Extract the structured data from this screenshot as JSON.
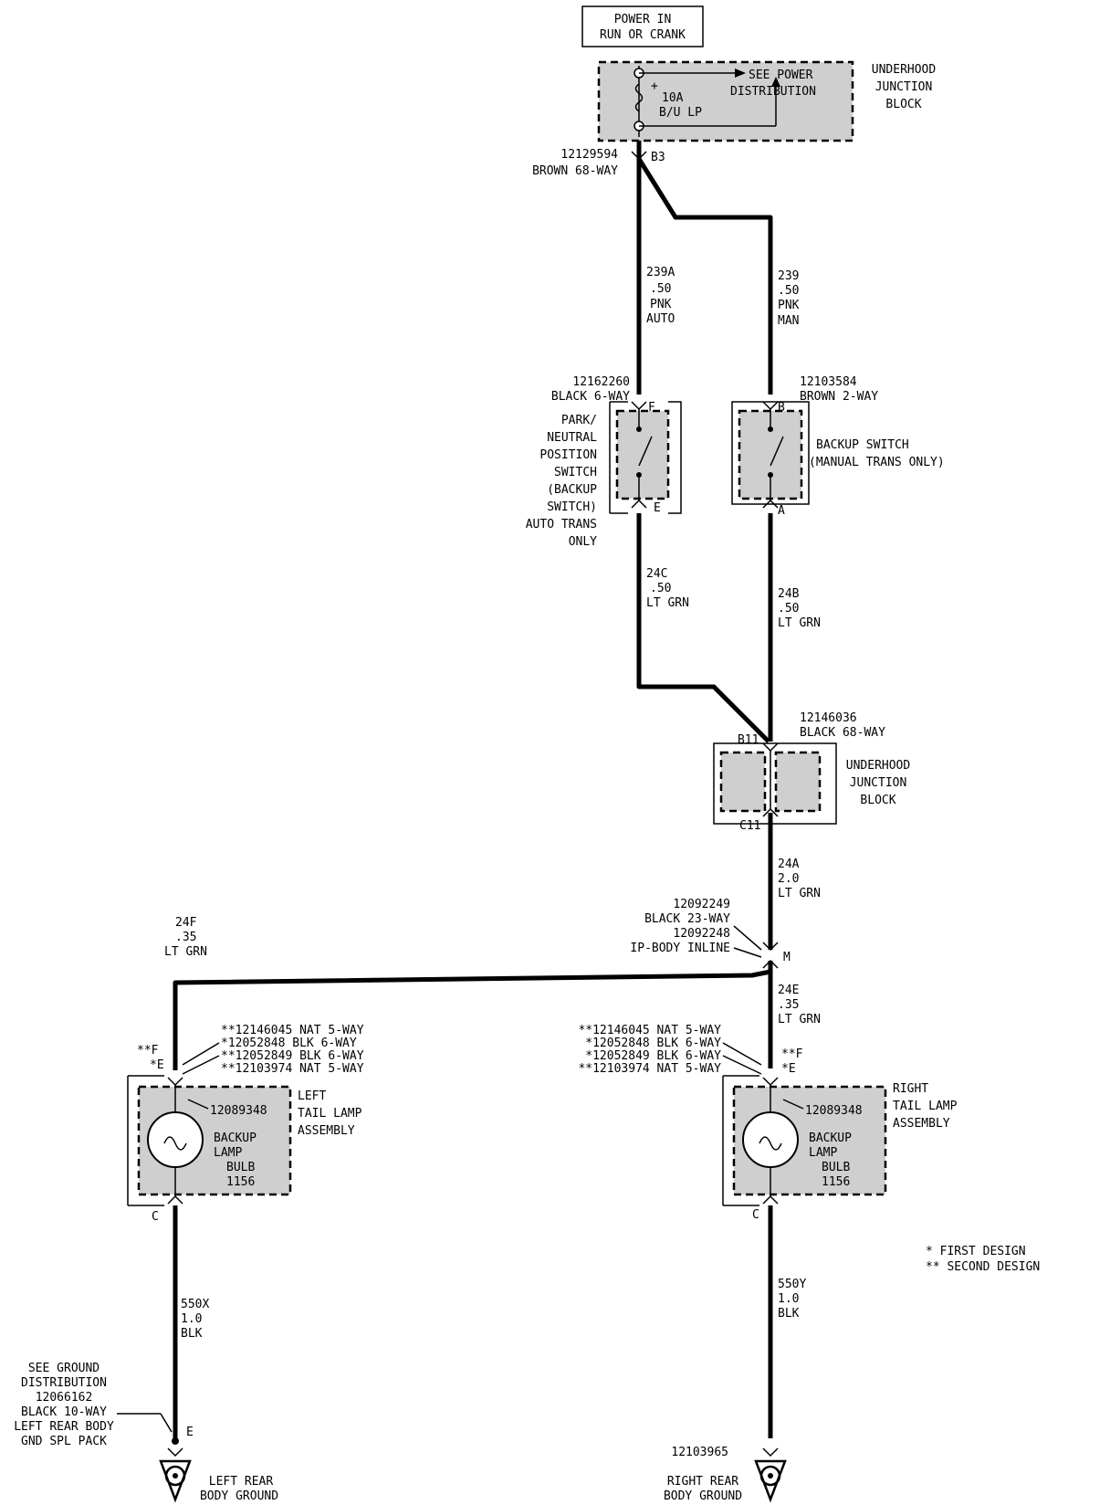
{
  "power_box": {
    "line1": "POWER IN",
    "line2": "RUN OR CRANK"
  },
  "fuse_block_top": {
    "fuse_line1": "10A",
    "fuse_line2": "B/U LP",
    "see_line1": "SEE POWER",
    "see_line2": "DISTRIBUTION",
    "label_line1": "UNDERHOOD",
    "label_line2": "JUNCTION",
    "label_line3": "BLOCK",
    "plus": "+"
  },
  "connector_b3": {
    "part": "12129594",
    "desc": "BROWN 68-WAY",
    "pin": "B3"
  },
  "wire_239a": {
    "l1": "239A",
    "l2": ".50",
    "l3": "PNK",
    "l4": "AUTO"
  },
  "wire_239": {
    "l1": "239",
    "l2": ".50",
    "l3": "PNK",
    "l4": "MAN"
  },
  "pn_switch": {
    "part": "12162260",
    "desc": "BLACK 6-WAY",
    "pin_top": "F",
    "pin_bottom": "E",
    "label": [
      "PARK/",
      "NEUTRAL",
      "POSITION",
      "SWITCH",
      "(BACKUP",
      "SWITCH)",
      "AUTO TRANS",
      "ONLY"
    ]
  },
  "backup_switch": {
    "part": "12103584",
    "desc": "BROWN 2-WAY",
    "pin_top": "B",
    "pin_bottom": "A",
    "label1": "BACKUP SWITCH",
    "label2": "(MANUAL TRANS ONLY)"
  },
  "wire_24c": {
    "l1": "24C",
    "l2": ".50",
    "l3": "LT GRN"
  },
  "wire_24b": {
    "l1": "24B",
    "l2": ".50",
    "l3": "LT GRN"
  },
  "junction_block_2": {
    "part": "12146036",
    "desc": "BLACK 68-WAY",
    "pin_top": "B11",
    "pin_bottom": "C11",
    "label_line1": "UNDERHOOD",
    "label_line2": "JUNCTION",
    "label_line3": "BLOCK"
  },
  "wire_24a": {
    "l1": "24A",
    "l2": "2.0",
    "l3": "LT GRN"
  },
  "inline_m": {
    "part1": "12092249",
    "desc1": "BLACK 23-WAY",
    "part2": "12092248",
    "desc2": "IP-BODY INLINE",
    "pin": "M"
  },
  "wire_24f": {
    "l1": "24F",
    "l2": ".35",
    "l3": "LT GRN"
  },
  "wire_24e": {
    "l1": "24E",
    "l2": ".35",
    "l3": "LT GRN"
  },
  "left_lamp": {
    "conn1": "**12146045 NAT 5-WAY",
    "conn2": "*12052848 BLK 6-WAY",
    "conn3": "**12052849 BLK 6-WAY",
    "conn4": "**12103974 NAT 5-WAY",
    "pin_f": "**F",
    "pin_e": "*E",
    "pin_c": "C",
    "socket": "12089348",
    "bulb": [
      "BACKUP",
      "LAMP",
      "BULB",
      "1156"
    ],
    "label": [
      "LEFT",
      "TAIL LAMP",
      "ASSEMBLY"
    ]
  },
  "right_lamp": {
    "conn1": "**12146045 NAT 5-WAY",
    "conn2": "*12052848 BLK 6-WAY",
    "conn3": "*12052849 BLK 6-WAY",
    "conn4": "**12103974 NAT 5-WAY",
    "pin_f": "**F",
    "pin_e": "*E",
    "pin_c": "C",
    "socket": "12089348",
    "bulb": [
      "BACKUP",
      "LAMP",
      "BULB",
      "1156"
    ],
    "label": [
      "RIGHT",
      "TAIL LAMP",
      "ASSEMBLY"
    ]
  },
  "legend": {
    "first": "* FIRST DESIGN",
    "second": "** SECOND DESIGN"
  },
  "wire_550x": {
    "l1": "550X",
    "l2": "1.0",
    "l3": "BLK"
  },
  "wire_550y": {
    "l1": "550Y",
    "l2": "1.0",
    "l3": "BLK"
  },
  "left_ground_ref": {
    "lines": [
      "SEE GROUND",
      "DISTRIBUTION",
      "12066162",
      "BLACK 10-WAY",
      "LEFT REAR BODY",
      "GND SPL PACK"
    ],
    "pin": "E"
  },
  "left_ground": {
    "line1": "LEFT REAR",
    "line2": "BODY GROUND"
  },
  "right_ground": {
    "part": "12103965",
    "line1": "RIGHT REAR",
    "line2": "BODY GROUND"
  }
}
